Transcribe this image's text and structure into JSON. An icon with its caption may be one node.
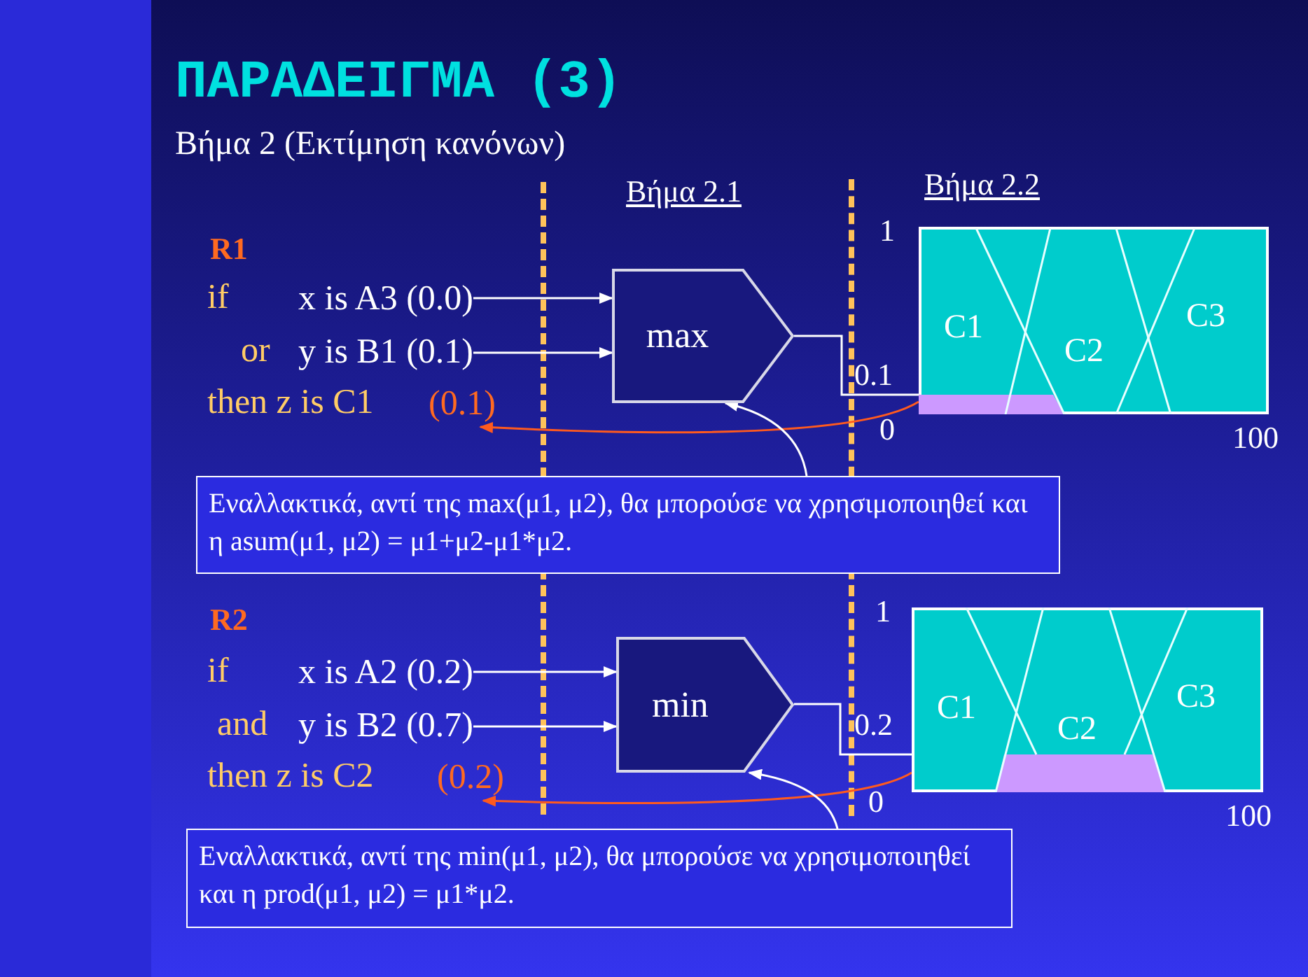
{
  "diagram": {
    "title": "ΠΑΡΑΔΕΙΓΜΑ (3)",
    "nodes": [
      {
        "text": [
          "x is A3 (0.0)"
        ]
      },
      {
        "text": [
          "y is B1 (0.1)"
        ]
      },
      {
        "text": [
          "(0.1)"
        ]
      },
      {
        "text": [
          "max"
        ]
      },
      {
        "text": [
          "C1",
          "C2",
          "C3"
        ]
      },
      {
        "text": [
          "Εναλλακτικά, αντί της max(μ1, μ2), θα μπορούσε να χρησιμοποιηθεί και η asum(μ1, μ2) = μ1+μ2-μ1*μ2."
        ]
      },
      {
        "text": [
          "x is A2 (0.2)"
        ]
      },
      {
        "text": [
          "y is B2 (0.7)"
        ]
      },
      {
        "text": [
          "(0.2)"
        ]
      },
      {
        "text": [
          "min"
        ]
      },
      {
        "text": [
          "C1",
          "C2",
          "C3"
        ]
      },
      {
        "text": [
          "Εναλλακτικά, αντί της min(μ1, μ2), θα μπορούσε να χρησιμοποιηθεί και η prod(μ1, μ2) = μ1*μ2."
        ]
      }
    ],
    "edges": [
      {
        "from": 0,
        "to": 3,
        "arrow": "to"
      },
      {
        "from": 1,
        "to": 3,
        "arrow": "to"
      },
      {
        "from": 3,
        "to": 4,
        "arrow": "none"
      },
      {
        "from": 4,
        "to": 2,
        "arrow": "to",
        "color": "#ff5a1e"
      },
      {
        "from": 5,
        "to": 3,
        "arrow": "to"
      },
      {
        "from": 6,
        "to": 9,
        "arrow": "to"
      },
      {
        "from": 7,
        "to": 9,
        "arrow": "to"
      },
      {
        "from": 9,
        "to": 10,
        "arrow": "none"
      },
      {
        "from": 10,
        "to": 8,
        "arrow": "to",
        "color": "#ff5a1e"
      },
      {
        "from": 11,
        "to": 9,
        "arrow": "to"
      }
    ],
    "labels": [
      "Βήμα 2 (Εκτίμηση κανόνων)",
      "Βήμα 2.1",
      "Βήμα 2.2",
      "R1",
      "if",
      "1",
      "or",
      "then z is C1",
      "0.1",
      "0",
      "100",
      "R2",
      "if",
      "1",
      "and",
      "then z is C2",
      "0.2",
      "0",
      "100"
    ]
  }
}
